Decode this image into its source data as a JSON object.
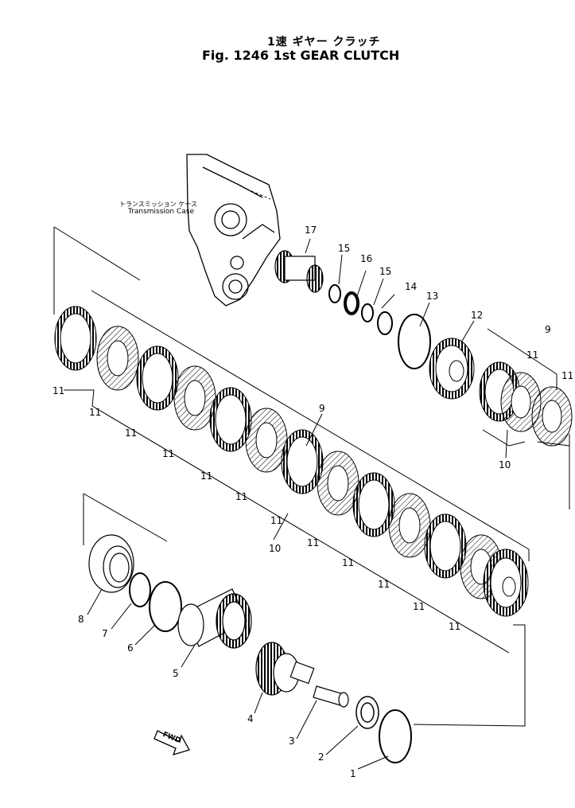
{
  "title": {
    "japanese": "1速 ギヤー クラッチ",
    "english": "Fig. 1246 1st GEAR CLUTCH"
  },
  "case_label": {
    "japanese": "トランスミッション ケース",
    "english": "Transmission Case"
  },
  "fwd_label": "FWD",
  "callouts": {
    "c1": "1",
    "c2": "2",
    "c3": "3",
    "c4": "4",
    "c5": "5",
    "c6": "6",
    "c7": "7",
    "c8": "8",
    "c9a": "9",
    "c9b": "9",
    "c10a": "10",
    "c10b": "10",
    "c11": "11",
    "c12": "12",
    "c13": "13",
    "c14": "14",
    "c15a": "15",
    "c15b": "15",
    "c16": "16",
    "c17": "17"
  },
  "colors": {
    "ink": "#000000",
    "paper": "#ffffff"
  }
}
